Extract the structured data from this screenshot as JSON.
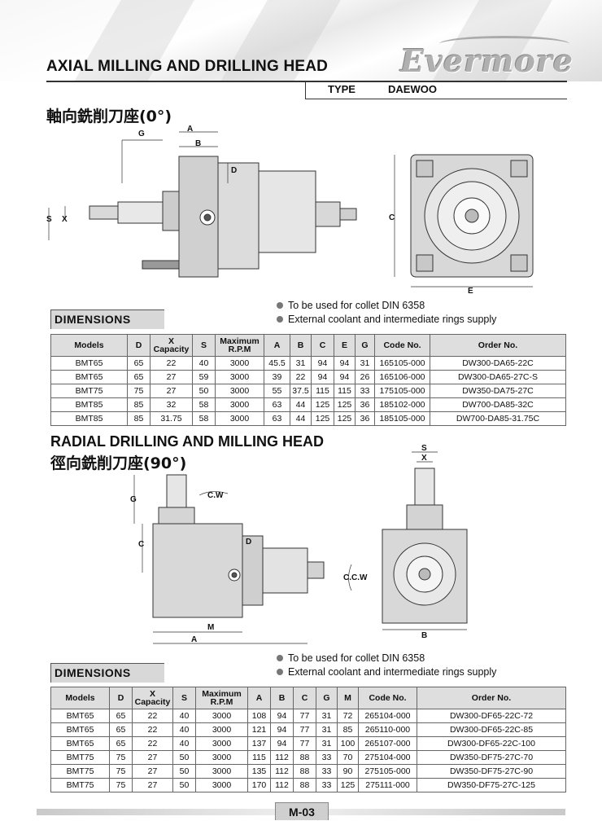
{
  "header": {
    "title": "AXIAL MILLING AND DRILLING HEAD",
    "logo_text": "Evermore",
    "type_label": "TYPE",
    "type_value": "DAEWOO"
  },
  "axial": {
    "zh_title": "軸向銑削刀座(0°)",
    "dim_labels": {
      "G": "G",
      "A": "A",
      "B": "B",
      "D": "D",
      "S": "S",
      "X": "X",
      "C": "C",
      "E": "E"
    },
    "badge": "DIMENSIONS",
    "notes": [
      "To be used for collet DIN 6358",
      "External coolant and intermediate rings supply"
    ],
    "table": {
      "headers": [
        "Models",
        "D",
        "X\nCapacity",
        "S",
        "Maximum\nR.P.M",
        "A",
        "B",
        "C",
        "E",
        "G",
        "Code No.",
        "Order No."
      ],
      "rows": [
        [
          "BMT65",
          "65",
          "22",
          "40",
          "3000",
          "45.5",
          "31",
          "94",
          "94",
          "31",
          "165105-000",
          "DW300-DA65-22C"
        ],
        [
          "BMT65",
          "65",
          "27",
          "59",
          "3000",
          "39",
          "22",
          "94",
          "94",
          "26",
          "165106-000",
          "DW300-DA65-27C-S"
        ],
        [
          "BMT75",
          "75",
          "27",
          "50",
          "3000",
          "55",
          "37.5",
          "115",
          "115",
          "33",
          "175105-000",
          "DW350-DA75-27C"
        ],
        [
          "BMT85",
          "85",
          "32",
          "58",
          "3000",
          "63",
          "44",
          "125",
          "125",
          "36",
          "185102-000",
          "DW700-DA85-32C"
        ],
        [
          "BMT85",
          "85",
          "31.75",
          "58",
          "3000",
          "63",
          "44",
          "125",
          "125",
          "36",
          "185105-000",
          "DW700-DA85-31.75C"
        ]
      ]
    }
  },
  "radial": {
    "title": "RADIAL DRILLING AND MILLING HEAD",
    "zh_title": "徑向銑削刀座(90°)",
    "dim_labels": {
      "G": "G",
      "C": "C",
      "D": "D",
      "M": "M",
      "A": "A",
      "S": "S",
      "X": "X",
      "B": "B",
      "CW": "C.W",
      "CCW": "C.C.W"
    },
    "badge": "DIMENSIONS",
    "notes": [
      "To be used for collet DIN 6358",
      "External coolant and intermediate rings supply"
    ],
    "table": {
      "headers": [
        "Models",
        "D",
        "X\nCapacity",
        "S",
        "Maximum\nR.P.M",
        "A",
        "B",
        "C",
        "G",
        "M",
        "Code No.",
        "Order No."
      ],
      "rows": [
        [
          "BMT65",
          "65",
          "22",
          "40",
          "3000",
          "108",
          "94",
          "77",
          "31",
          "72",
          "265104-000",
          "DW300-DF65-22C-72"
        ],
        [
          "BMT65",
          "65",
          "22",
          "40",
          "3000",
          "121",
          "94",
          "77",
          "31",
          "85",
          "265110-000",
          "DW300-DF65-22C-85"
        ],
        [
          "BMT65",
          "65",
          "22",
          "40",
          "3000",
          "137",
          "94",
          "77",
          "31",
          "100",
          "265107-000",
          "DW300-DF65-22C-100"
        ],
        [
          "BMT75",
          "75",
          "27",
          "50",
          "3000",
          "115",
          "112",
          "88",
          "33",
          "70",
          "275104-000",
          "DW350-DF75-27C-70"
        ],
        [
          "BMT75",
          "75",
          "27",
          "50",
          "3000",
          "135",
          "112",
          "88",
          "33",
          "90",
          "275105-000",
          "DW350-DF75-27C-90"
        ],
        [
          "BMT75",
          "75",
          "27",
          "50",
          "3000",
          "170",
          "112",
          "88",
          "33",
          "125",
          "275111-000",
          "DW350-DF75-27C-125"
        ]
      ]
    }
  },
  "footer": {
    "page": "M-03"
  }
}
